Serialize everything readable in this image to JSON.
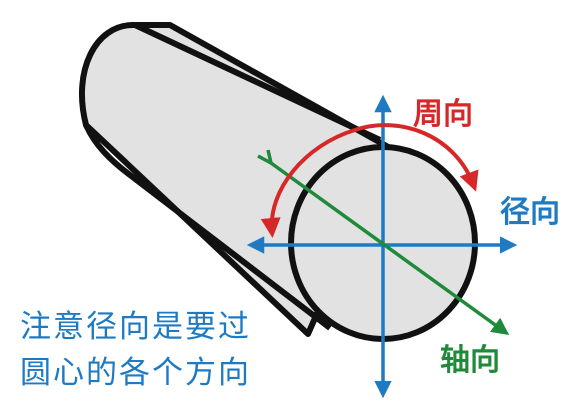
{
  "labels": {
    "circumferential": "周向",
    "radial": "径向",
    "axial": "轴向"
  },
  "note": {
    "line1": "注意径向是要过",
    "line2": "圆心的各个方向"
  },
  "colors": {
    "circumferential": "#d62828",
    "radial": "#1f7ac4",
    "axial": "#1e8a3a",
    "cylinder_fill": "#e2e2e2",
    "outline": "#111111"
  }
}
